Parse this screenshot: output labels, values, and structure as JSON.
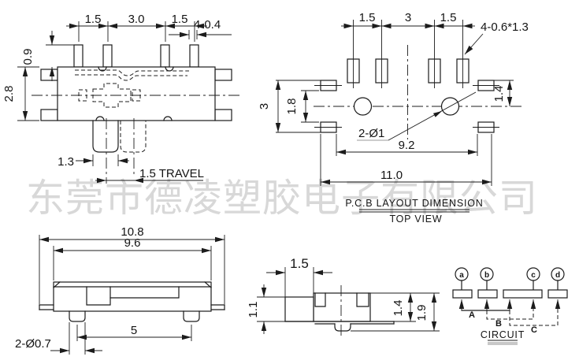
{
  "watermark": {
    "text": "东莞市德凌塑胶电子有限公司"
  },
  "views": {
    "top": {
      "dims": {
        "pitch_left": "1.5",
        "pitch_mid": "3.0",
        "pitch_right": "1.5",
        "pin_width": "4-0.4",
        "pin_protrusion": "0.9",
        "body_width": "2.8",
        "knob_width": "1.3",
        "travel": "1.5 TRAVEL"
      }
    },
    "pcb": {
      "caption": "P.C.B LAYOUT DIMENSION",
      "subcaption": "TOP VIEW",
      "dims": {
        "pad_pitch_left": "1.5",
        "pad_pitch_mid": "3",
        "pad_pitch_right": "1.5",
        "pad_size": "4-0.6*1.3",
        "side_span": "3",
        "side_gap": "1.8",
        "side_offset": "1.4",
        "holes": "2-Ø1",
        "hole_span": "9.2",
        "overall": "11.0"
      }
    },
    "front": {
      "dims": {
        "overall_width": "10.8",
        "body_width": "9.6",
        "pin_pitch": "5",
        "pin_dia": "2-Ø0.7"
      }
    },
    "side": {
      "dims": {
        "knob_width": "1.5",
        "knob_height": "1.1",
        "body_height": "1.4",
        "overall_height": "1.9"
      }
    },
    "circuit": {
      "caption": "CIRCUIT",
      "terminals": [
        "a",
        "b",
        "c",
        "d"
      ],
      "positions": [
        "A",
        "B",
        "C"
      ]
    }
  }
}
